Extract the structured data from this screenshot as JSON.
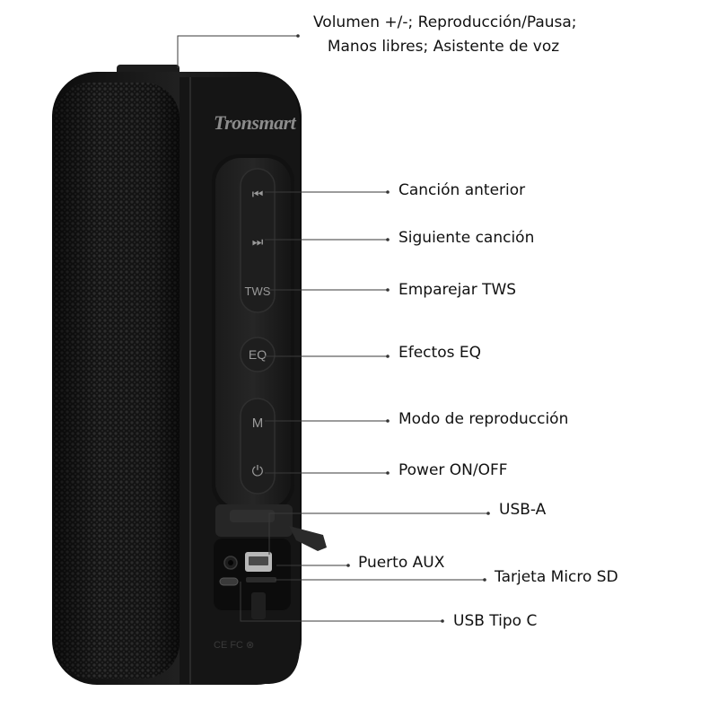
{
  "product": {
    "brand": "Tronsmart",
    "buttons": {
      "prev": "⏮",
      "next": "⏭",
      "tws": "TWS",
      "eq": "EQ",
      "mode": "M",
      "power": "⏻"
    },
    "certifications": "CE  FC  ⊗"
  },
  "labels": {
    "top_line1": "Volumen +/-; Reproducción/Pausa;",
    "top_line2": "Manos libres; Asistente de voz",
    "prev_track": "Canción anterior",
    "next_track": "Siguiente canción",
    "pair_tws": "Emparejar TWS",
    "eq_effects": "Efectos EQ",
    "play_mode": "Modo de reproducción",
    "power": "Power ON/OFF",
    "usb_a": "USB-A",
    "aux": "Puerto AUX",
    "micro_sd": "Tarjeta Micro SD",
    "usb_c": "USB Tipo C"
  },
  "colors": {
    "body": "#1a1a1a",
    "grille": "#232323",
    "line": "#333333"
  }
}
